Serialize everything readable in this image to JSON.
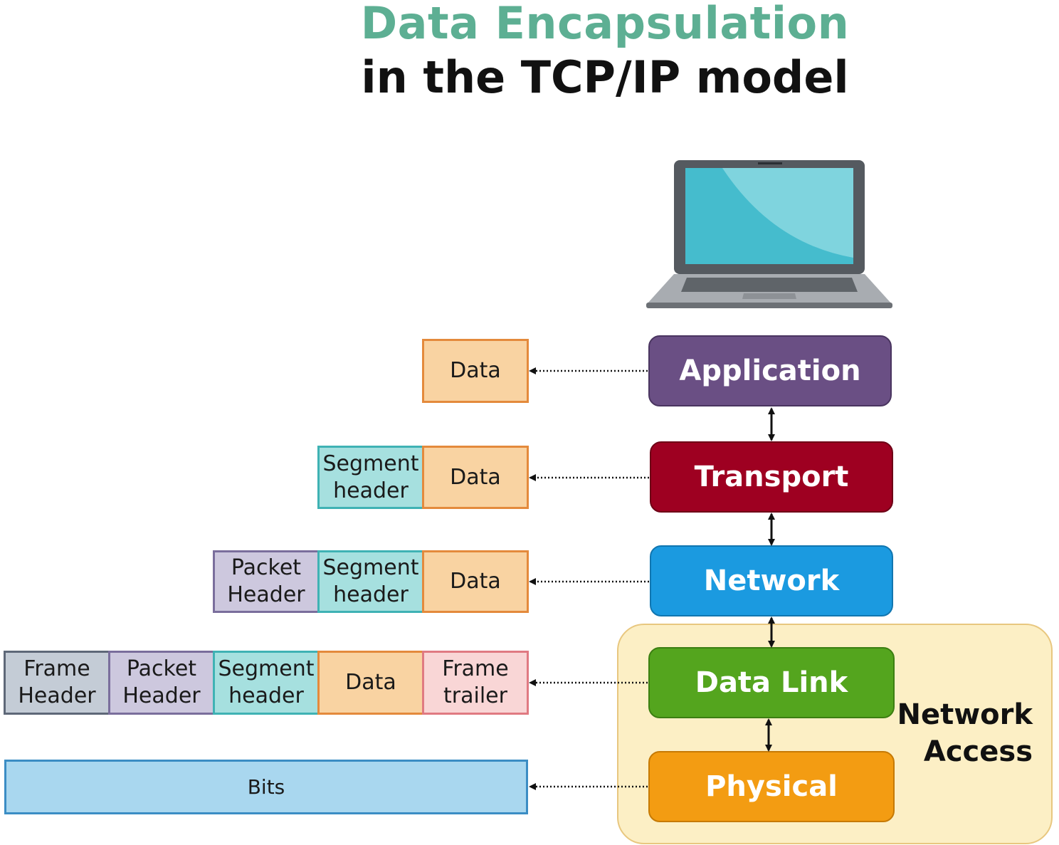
{
  "title": {
    "line1": "Data Encapsulation",
    "line2": "in the TCP/IP model"
  },
  "colors": {
    "title_accent": "#5daf93",
    "application": "#6a4f84",
    "transport": "#9e0021",
    "network": "#1b9ae0",
    "data_link": "#54a51e",
    "physical": "#f39c12",
    "network_access_bg": "#fcefc5"
  },
  "layers": {
    "application": "Application",
    "transport": "Transport",
    "network": "Network",
    "data_link": "Data Link",
    "physical": "Physical"
  },
  "network_access_label": "Network Access",
  "pdus": {
    "application": {
      "data": "Data"
    },
    "transport": {
      "segment_header": "Segment header",
      "data": "Data"
    },
    "network": {
      "packet_header": "Packet Header",
      "segment_header": "Segment header",
      "data": "Data"
    },
    "data_link": {
      "frame_header": "Frame Header",
      "packet_header": "Packet Header",
      "segment_header": "Segment header",
      "data": "Data",
      "frame_trailer": "Frame trailer"
    },
    "physical": {
      "bits": "Bits"
    }
  },
  "icons": {
    "device": "laptop-icon"
  }
}
